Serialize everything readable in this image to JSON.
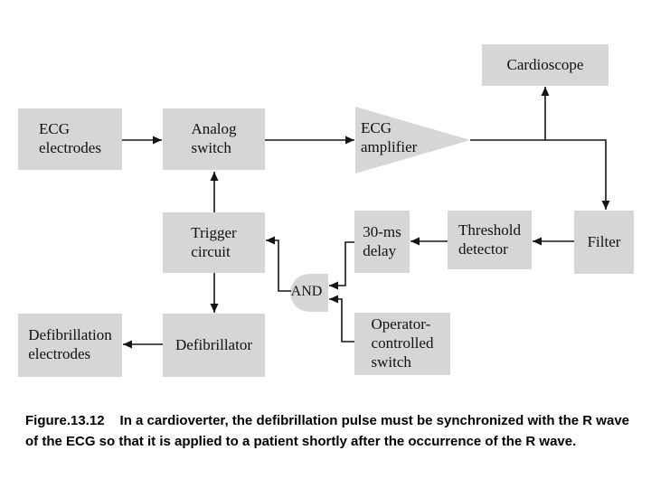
{
  "diagram": {
    "nodes": {
      "ecg_electrodes": "ECG\nelectrodes",
      "analog_switch": "Analog\nswitch",
      "ecg_amplifier": "ECG\namplifier",
      "cardioscope": "Cardioscope",
      "trigger_circuit": "Trigger\ncircuit",
      "delay_30ms": "30-ms\ndelay",
      "threshold_detector": "Threshold\ndetector",
      "filter": "Filter",
      "and_gate": "AND",
      "operator_switch": "Operator-\ncontrolled\nswitch",
      "defibrillator": "Defibrillator",
      "defibrillation_electrodes": "Defibrillation\nelectrodes"
    },
    "colors": {
      "box_fill": "#d6d6d6",
      "line": "#151515",
      "text": "#111111"
    }
  },
  "caption": {
    "figure_label": "Figure.13.12",
    "text": "In a cardioverter, the defibrillation pulse must be synchronized with the R wave of the ECG so that it is applied to a patient shortly after the occurrence of the R wave."
  }
}
